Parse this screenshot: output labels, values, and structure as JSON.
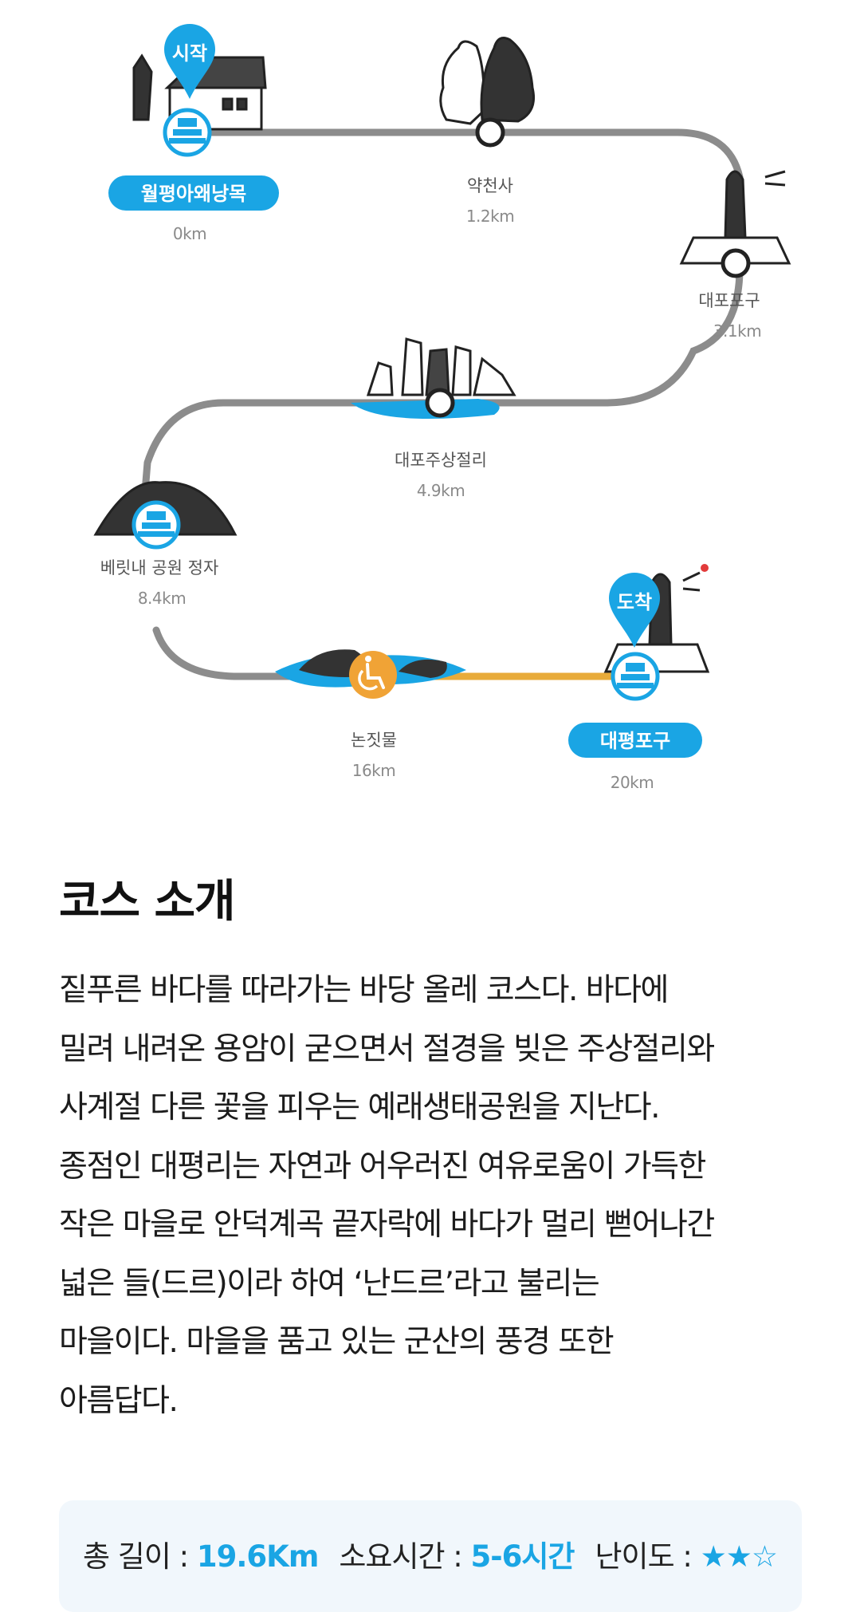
{
  "stops": [
    {
      "name": "월평아왜낭목",
      "distance": "0km",
      "highlight": true
    },
    {
      "name": "약천사",
      "distance": "1.2km"
    },
    {
      "name": "대포포구",
      "distance": "3.1km"
    },
    {
      "name": "대포주상절리",
      "distance": "4.9km"
    },
    {
      "name": "베릿내 공원 정자",
      "distance": "8.4km"
    },
    {
      "name": "논짓물",
      "distance": "16km"
    },
    {
      "name": "대평포구",
      "distance": "20km",
      "highlight": true
    }
  ],
  "start_pin": "시작",
  "end_pin": "도착",
  "colors": {
    "route": "#8c8c8c",
    "accent": "#1aa5e4",
    "accessible_segment": "#e8ab3a",
    "wheelchair": "#f0a336"
  },
  "icons": [
    "stamp-icon",
    "wheelchair-icon",
    "house-icon",
    "tree-icon",
    "lighthouse-icon",
    "rock-icon"
  ],
  "intro": {
    "title": "코스 소개",
    "lines": [
      "짙푸른 바다를 따라가는 바당 올레 코스다. 바다에",
      "밀려 내려온 용암이 굳으면서 절경을 빚은 주상절리와",
      "사계절 다른 꽃을 피우는 예래생태공원을 지난다.",
      "종점인 대평리는 자연과 어우러진 여유로움이 가득한",
      "작은 마을로 안덕계곡 끝자락에 바다가 멀리 뻗어나간",
      "넓은 들(드르)이라 하여 ‘난드르’라고 불리는",
      "마을이다. 마을을 품고 있는 군산의 풍경 또한",
      "아름답다."
    ]
  },
  "info": {
    "length_label": "총 길이 : ",
    "length_value": "19.6Km",
    "time_label": "소요시간 : ",
    "time_value": "5-6시간",
    "difficulty_label": "난이도 : ",
    "difficulty_value": "★★☆"
  }
}
